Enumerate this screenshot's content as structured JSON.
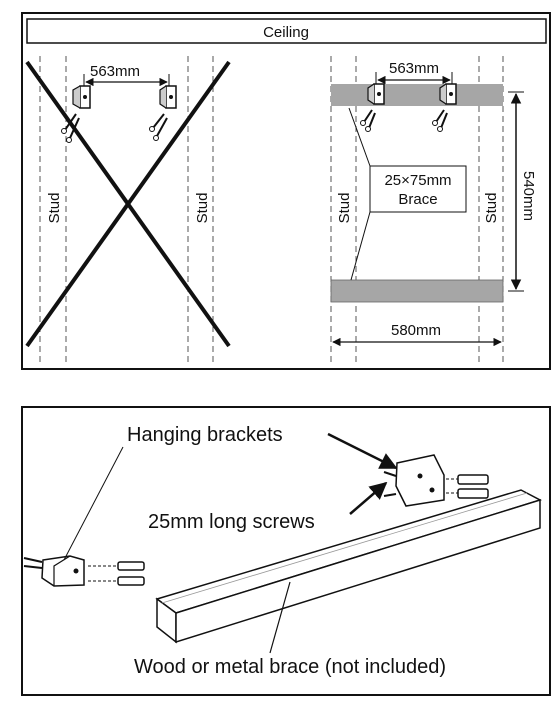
{
  "top_panel": {
    "ceiling_label": "Ceiling",
    "left": {
      "spacing_label": "563mm",
      "stud_left": "Stud",
      "stud_right": "Stud"
    },
    "right": {
      "spacing_label": "563mm",
      "stud_left": "Stud",
      "stud_right": "Stud",
      "brace_label_line1": "25×75mm",
      "brace_label_line2": "Brace",
      "height_label": "540mm",
      "width_label": "580mm"
    }
  },
  "bottom_panel": {
    "hanging_brackets_label": "Hanging brackets",
    "screws_label": "25mm long screws",
    "brace_label": "Wood or metal brace (not included)"
  }
}
